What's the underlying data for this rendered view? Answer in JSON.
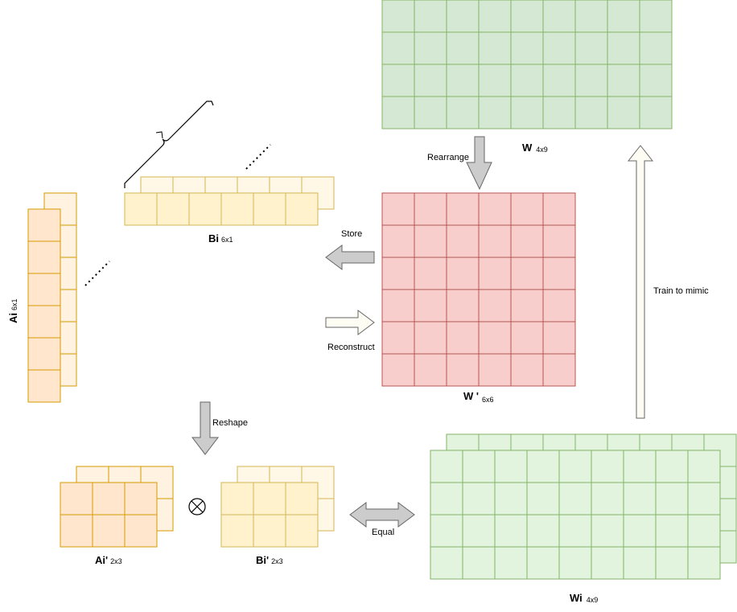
{
  "matrices": {
    "w": {
      "name": "W",
      "sub": "4x9"
    },
    "w_prime": {
      "name": "W '",
      "sub": "6x6"
    },
    "a_i": {
      "name": "Ai",
      "sub": "6x1"
    },
    "b_i": {
      "name": "Bi",
      "sub": "6x1"
    },
    "a_i_prime": {
      "name": "Ai'",
      "sub": "2x3"
    },
    "b_i_prime": {
      "name": "Bi'",
      "sub": "2x3"
    },
    "w_i": {
      "name": "Wi",
      "sub": "4x9"
    }
  },
  "arrows": {
    "rearrange": "Rearrange",
    "store": "Store",
    "reconstruct": "Reconstruct",
    "reshape": "Reshape",
    "equal": "Equal",
    "train": "Train to mimic"
  },
  "operator": "⊗",
  "colors": {
    "green_fill": "#d5e8d4",
    "green_light": "#e2f3de",
    "green_stroke": "#82b366",
    "red_fill": "#f8cecc",
    "red_stroke": "#b85450",
    "orange_fill": "#ffe6cc",
    "orange_back": "#fff2e0",
    "orange_stroke": "#d79b00",
    "yellow_fill": "#fff2cc",
    "yellow_back": "#fff8e6",
    "yellow_stroke": "#d6b656",
    "arrow_gray": "#cccccc",
    "arrow_cream": "#fdfdf3"
  }
}
